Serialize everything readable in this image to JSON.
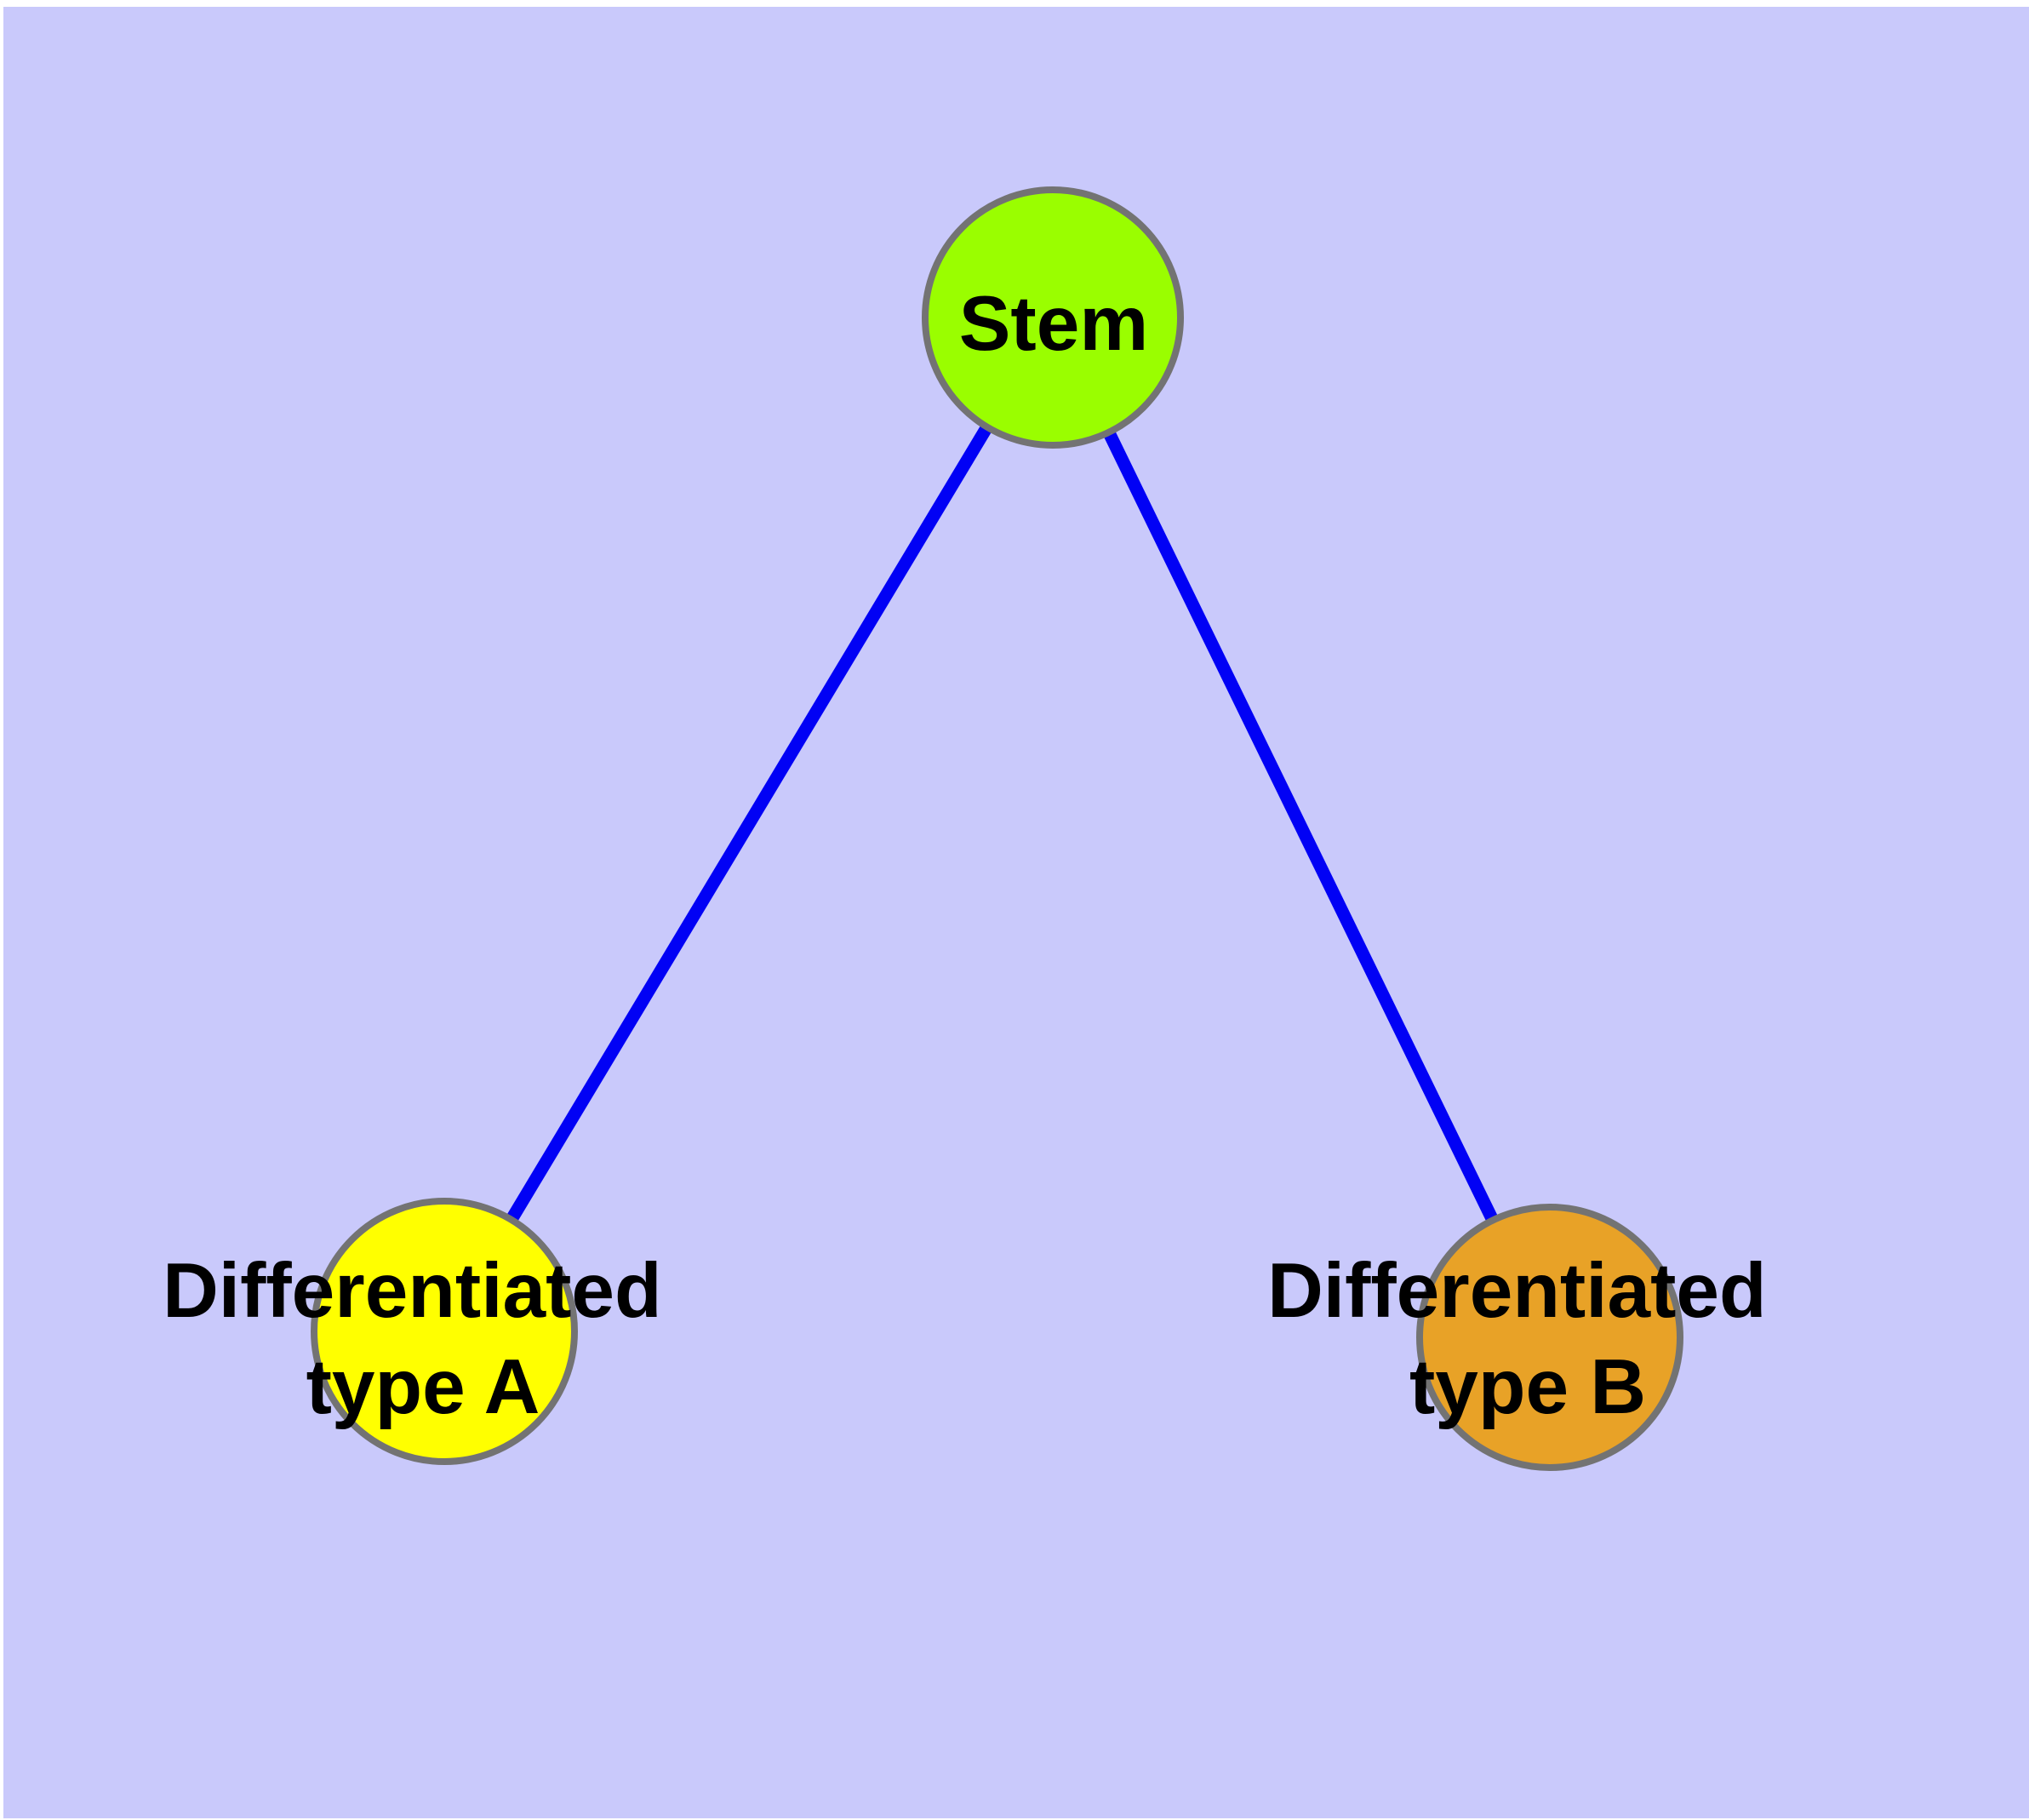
{
  "diagram": {
    "type": "graph",
    "background_color": "#C9C9FB",
    "frame_color": "#FFFFFF",
    "edge_color": "#0101F5",
    "node_border_color": "#737373",
    "label_color": "#000000",
    "nodes": {
      "stem": {
        "label": "Stem",
        "fill": "#9AFE00"
      },
      "type_a": {
        "label_line1": "Differentiated",
        "label_line2": "type A",
        "fill": "#FFFF00"
      },
      "type_b": {
        "label_line1": "Differentiated",
        "label_line2": "type B",
        "fill": "#E8A227"
      }
    },
    "edges": [
      {
        "from": "Stem",
        "to": "Differentiated type A"
      },
      {
        "from": "Stem",
        "to": "Differentiated type B"
      }
    ]
  }
}
